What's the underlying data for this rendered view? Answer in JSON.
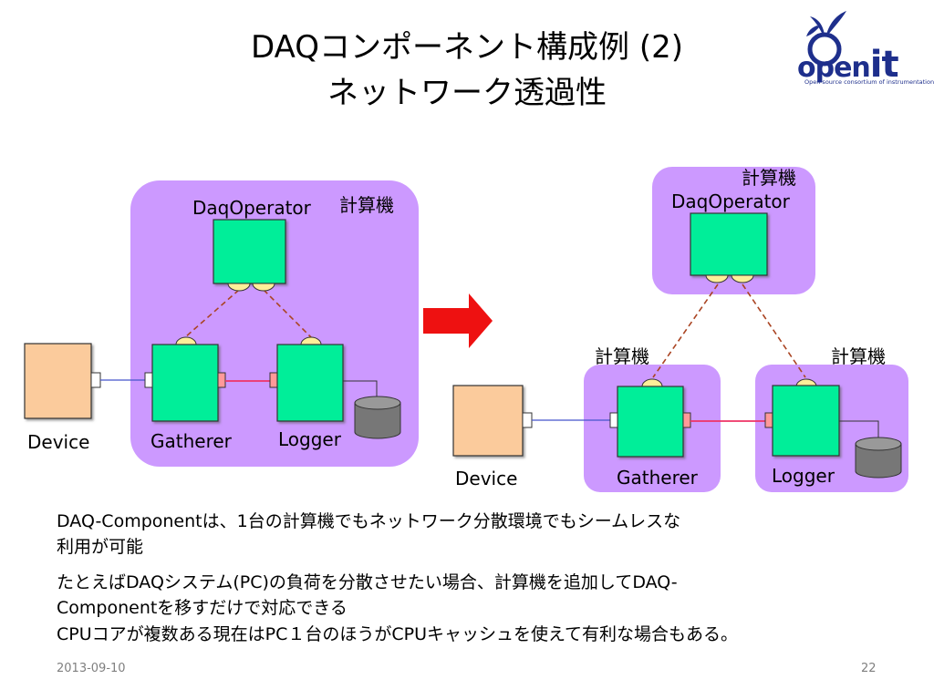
{
  "slide": {
    "title_line1": "DAQコンポーネント構成例 (2)",
    "title_line2": "ネットワーク透過性"
  },
  "logo": {
    "brand_open": "open",
    "brand_it": "it",
    "tagline": "Open source consortium of instrumentation"
  },
  "left_diagram": {
    "computer_label": "計算機",
    "operator_label": "DaqOperator",
    "device_label": "Device",
    "gatherer_label": "Gatherer",
    "logger_label": "Logger"
  },
  "right_diagram": {
    "operator_computer_label": "計算機",
    "operator_label": "DaqOperator",
    "gatherer_computer_label": "計算機",
    "logger_computer_label": "計算機",
    "device_label": "Device",
    "gatherer_label": "Gatherer",
    "logger_label": "Logger"
  },
  "body": {
    "line1": "DAQ-Componentは、1台の計算機でもネットワーク分散環境でもシームレスな",
    "line2": "利用が可能",
    "line3": "たとえばDAQシステム(PC)の負荷を分散させたい場合、計算機を追加してDAQ-",
    "line4": "Componentを移すだけで対応できる",
    "line5": "CPUコアが複数ある現在はPC１台のほうがCPUキャッシュを使えて有利な場合もある。"
  },
  "footer": {
    "date": "2013-09-10",
    "page": "22"
  },
  "colors": {
    "computer_box": "#cc99ff",
    "component": "#00ee99",
    "device": "#fbcb9c",
    "port": "#ffee99",
    "arrow": "#ee1111",
    "link_data": "#ee3366",
    "link_control": "#aa4422"
  }
}
